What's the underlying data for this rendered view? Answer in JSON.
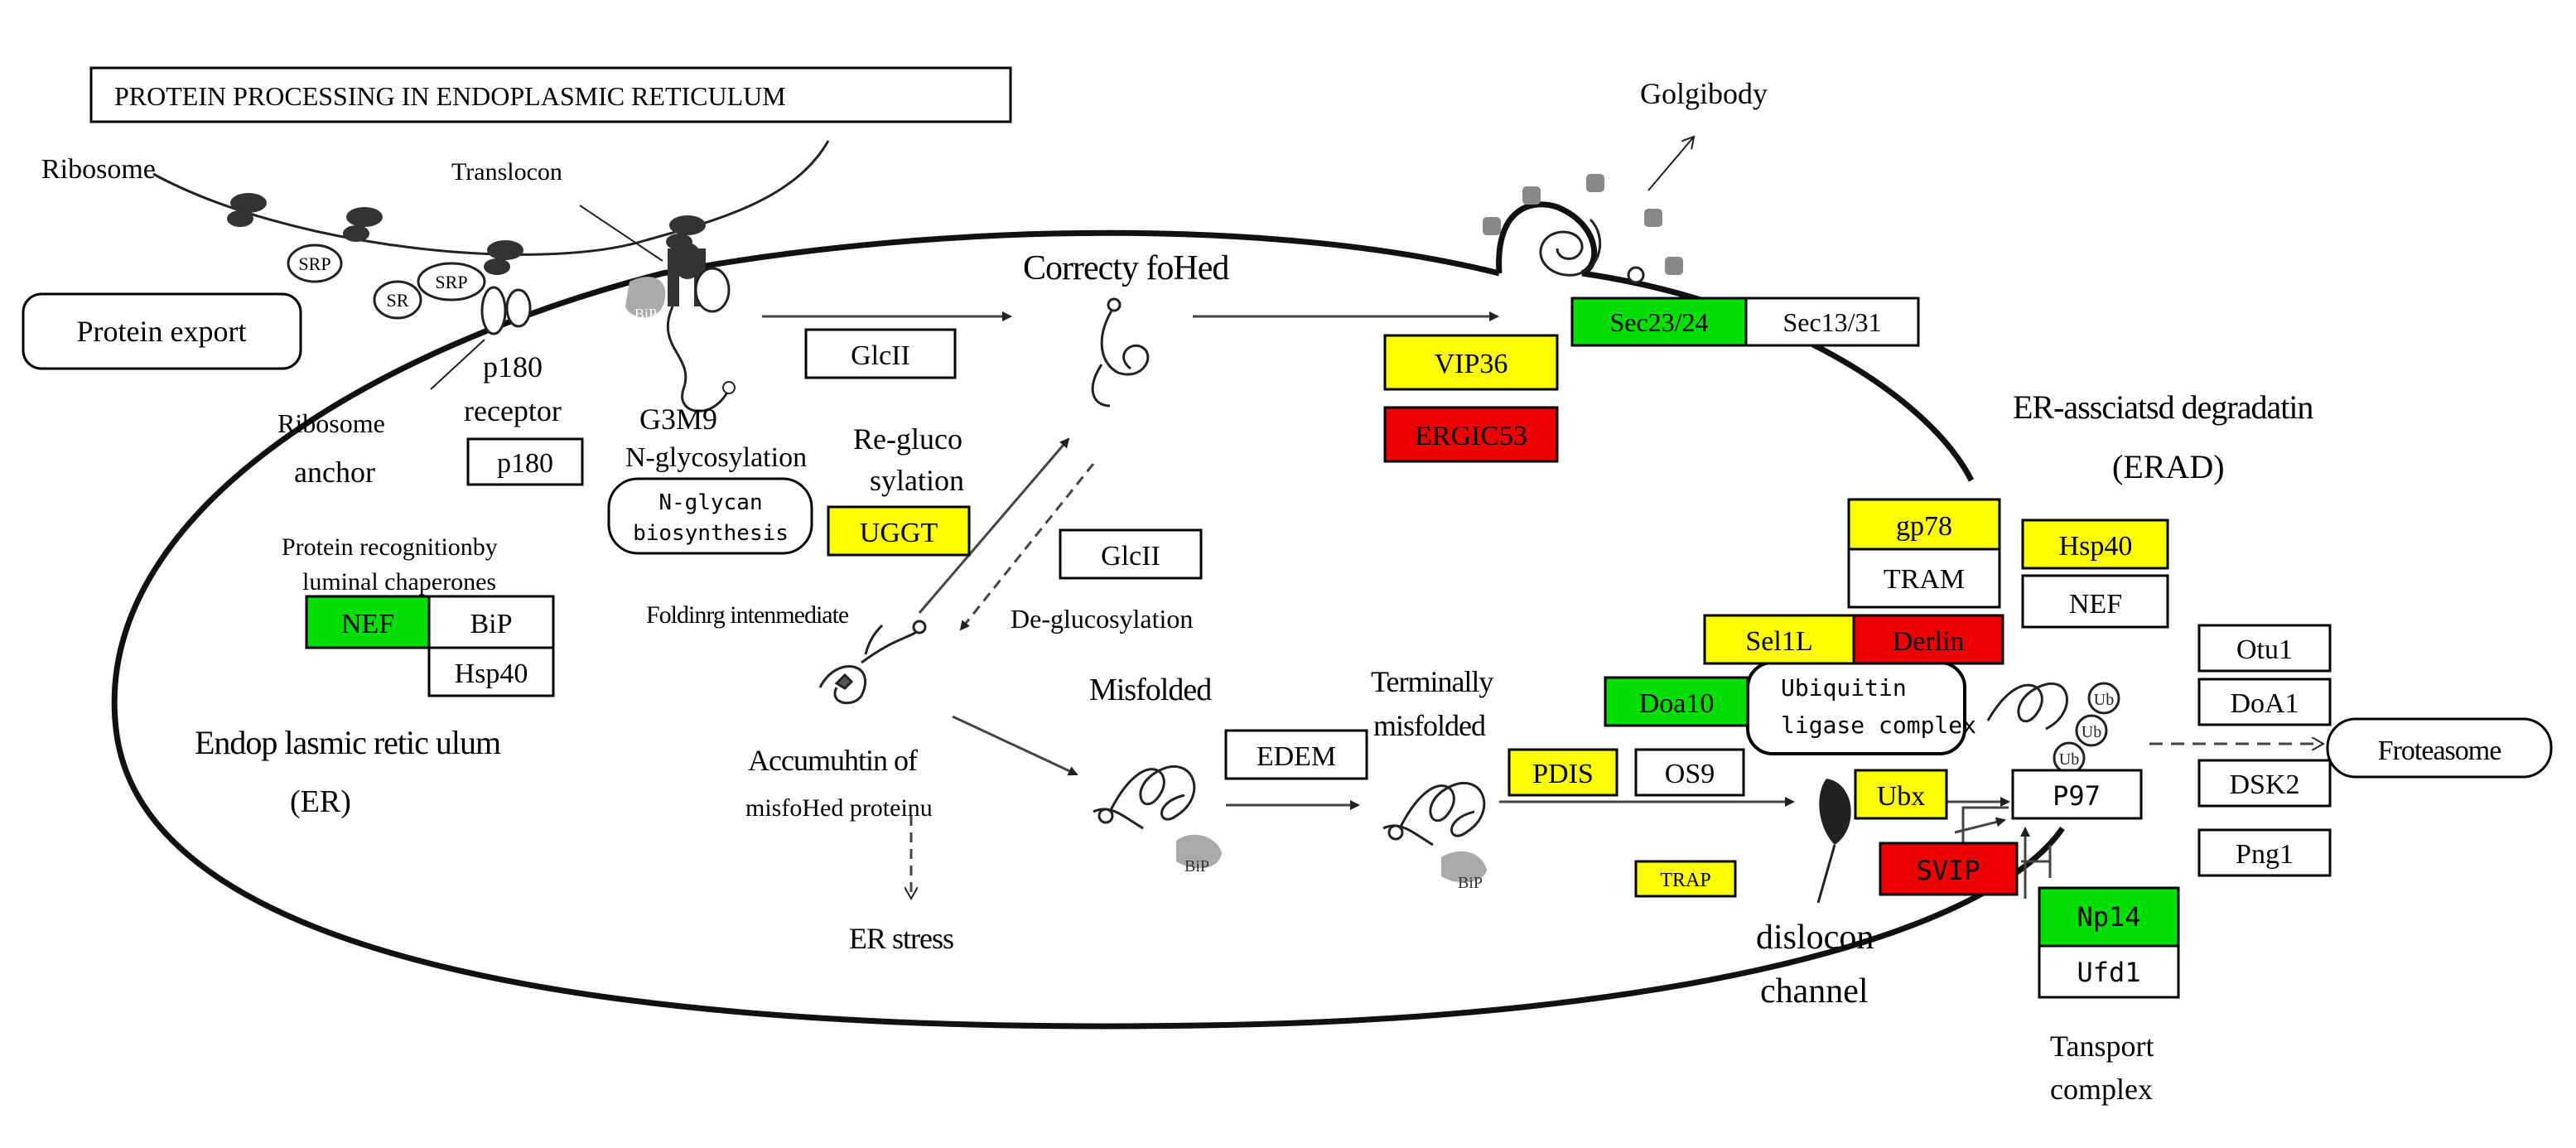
{
  "title": "PROTEIN PROCESSING IN ENDOPLASMIC RETICULUM",
  "colors": {
    "yellow": "#ffff00",
    "green": "#00dd00",
    "red": "#ee0000",
    "white": "#ffffff",
    "line": "#222222"
  },
  "labels": {
    "ribosome": "Ribosome",
    "translocon": "Translocon",
    "golgi": "Golgibody",
    "srp1": "SRP",
    "srp2": "SRP",
    "sr": "SR",
    "bip": "BiP",
    "bip_misfolded": "BiP",
    "bip_terminal": "BiP",
    "correctly_folded": "Correcty foHed",
    "p180_receptor_1": "p180",
    "p180_receptor_2": "receptor",
    "ribosome_anchor_1": "Ribosome",
    "ribosome_anchor_2": "anchor",
    "g3m9": "G3M9",
    "n_glycosylation": "N-glycosylation",
    "reglucosylation_1": "Re-gluco",
    "reglucosylation_2": "sylation",
    "protein_recognition_1": "Protein recognitionby",
    "protein_recognition_2": "luminal chaperones",
    "folding_intermediate": "Foldinrg intenmediate",
    "deglucosylation": "De-glucosylation",
    "misfolded": "Misfolded",
    "terminally_1": "Terminally",
    "terminally_2": "misfolded",
    "er_1": "Endop lasmic retic ulum",
    "er_2": "(ER)",
    "accumulation_1": "Accumuhtin of",
    "accumulation_2": "misfoHed proteinu",
    "er_stress": "ER stress",
    "erad_1": "ER-assciatsd degradatin",
    "erad_2": "(ERAD)",
    "dislocon_1": "dislocon",
    "dislocon_2": "channel",
    "transport_1": "Tansport",
    "transport_2": "complex",
    "ub1": "Ub",
    "ub2": "Ub",
    "ub3": "Ub"
  },
  "rounded_boxes": {
    "protein_export": "Protein export",
    "n_glycan_1": "N-glycan",
    "n_glycan_2": "biosynthesis",
    "ubiquitin_1": "Ubiquitin",
    "ubiquitin_2": "ligase complex",
    "proteasome": "Froteasome"
  },
  "genes": {
    "vip36": "VIP36",
    "ergic53": "ERGIC53",
    "sec2324": "Sec23/24",
    "sec1331": "Sec13/31",
    "glcii_top": "GlcII",
    "glcii_mid": "GlcII",
    "p180": "p180",
    "uggt": "UGGT",
    "nef_left": "NEF",
    "bip_box": "BiP",
    "hsp40_left": "Hsp40",
    "edem": "EDEM",
    "pdis": "PDIS",
    "os9": "OS9",
    "gp78": "gp78",
    "tram": "TRAM",
    "hsp40_right": "Hsp40",
    "nef_right": "NEF",
    "sel1l": "Sel1L",
    "derlin": "Derlin",
    "doa10": "Doa10",
    "ubx": "Ubx",
    "p97": "P97",
    "svip": "SVIP",
    "trap": "TRAP",
    "npl4": "Np14",
    "ufd1": "Ufd1",
    "otu1": "Otu1",
    "doa1": "DoA1",
    "dsk2": "DSK2",
    "png1": "Png1"
  },
  "gene_status": {
    "vip36": "yellow",
    "ergic53": "red",
    "sec2324": "green",
    "sec1331": "white",
    "glcii_top": "white",
    "glcii_mid": "white",
    "p180": "white",
    "uggt": "yellow",
    "nef_left": "green",
    "bip_box": "white",
    "hsp40_left": "white",
    "edem": "white",
    "pdis": "yellow",
    "os9": "white",
    "gp78": "yellow",
    "tram": "white",
    "hsp40_right": "yellow",
    "nef_right": "white",
    "sel1l": "yellow",
    "derlin": "red",
    "doa10": "green",
    "ubx": "yellow",
    "p97": "white",
    "svip": "red",
    "trap": "yellow",
    "npl4": "green",
    "ufd1": "white",
    "otu1": "white",
    "doa1": "white",
    "dsk2": "white",
    "png1": "white"
  }
}
